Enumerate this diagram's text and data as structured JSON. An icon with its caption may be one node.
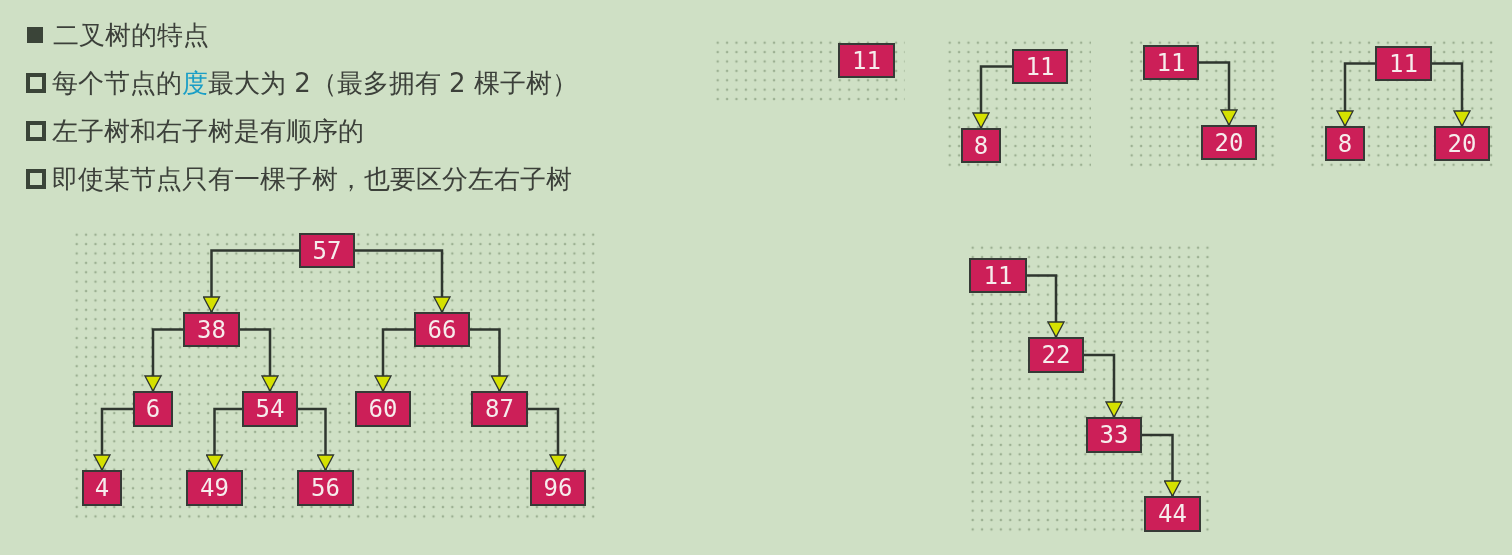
{
  "diagram": {
    "title": "二叉树的特点",
    "labels": [
      "每个节点的**度**最大为 2（最多拥有 2 棵子树）",
      "左子树和右子树是有顺序的",
      "即使某节点只有一棵子树，也要区分左右子树"
    ],
    "nodes": [
      {
        "text": [
          "57"
        ]
      },
      {
        "text": [
          "38"
        ]
      },
      {
        "text": [
          "66"
        ]
      },
      {
        "text": [
          "6"
        ]
      },
      {
        "text": [
          "54"
        ]
      },
      {
        "text": [
          "60"
        ]
      },
      {
        "text": [
          "87"
        ]
      },
      {
        "text": [
          "4"
        ]
      },
      {
        "text": [
          "49"
        ]
      },
      {
        "text": [
          "56"
        ]
      },
      {
        "text": [
          "96"
        ]
      },
      {
        "text": [
          "11"
        ]
      },
      {
        "text": [
          "11"
        ]
      },
      {
        "text": [
          "8"
        ]
      },
      {
        "text": [
          "11"
        ]
      },
      {
        "text": [
          "20"
        ]
      },
      {
        "text": [
          "11"
        ]
      },
      {
        "text": [
          "8"
        ]
      },
      {
        "text": [
          "20"
        ]
      },
      {
        "text": [
          "11"
        ]
      },
      {
        "text": [
          "22"
        ]
      },
      {
        "text": [
          "33"
        ]
      },
      {
        "text": [
          "44"
        ]
      }
    ],
    "edges": [
      {
        "from": 0,
        "to": 1,
        "arrow": "to"
      },
      {
        "from": 0,
        "to": 2,
        "arrow": "to"
      },
      {
        "from": 1,
        "to": 3,
        "arrow": "to"
      },
      {
        "from": 1,
        "to": 4,
        "arrow": "to"
      },
      {
        "from": 2,
        "to": 5,
        "arrow": "to"
      },
      {
        "from": 2,
        "to": 6,
        "arrow": "to"
      },
      {
        "from": 3,
        "to": 7,
        "arrow": "to"
      },
      {
        "from": 4,
        "to": 8,
        "arrow": "to"
      },
      {
        "from": 4,
        "to": 9,
        "arrow": "to"
      },
      {
        "from": 6,
        "to": 10,
        "arrow": "to"
      },
      {
        "from": 12,
        "to": 13,
        "arrow": "to"
      },
      {
        "from": 14,
        "to": 15,
        "arrow": "to"
      },
      {
        "from": 16,
        "to": 17,
        "arrow": "to"
      },
      {
        "from": 16,
        "to": 18,
        "arrow": "to"
      },
      {
        "from": 19,
        "to": 20,
        "arrow": "to"
      },
      {
        "from": 20,
        "to": 21,
        "arrow": "to"
      },
      {
        "from": 21,
        "to": 22,
        "arrow": "to"
      }
    ]
  }
}
